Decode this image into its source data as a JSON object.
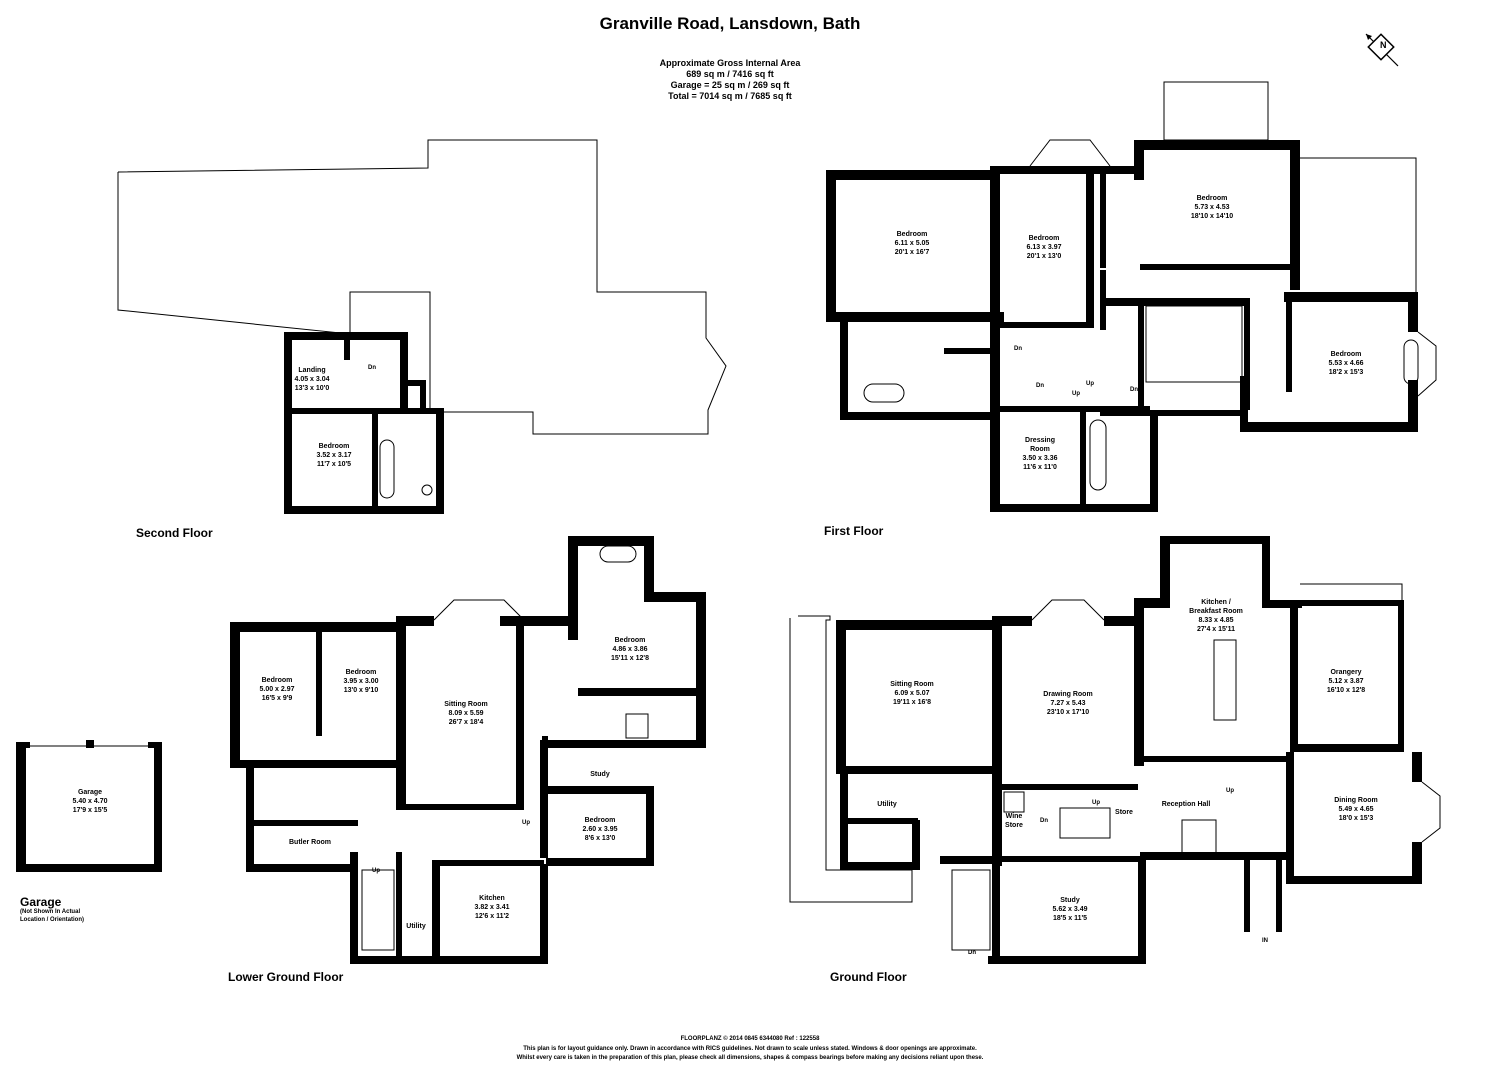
{
  "title": "Granville Road, Lansdown, Bath",
  "area": {
    "heading": "Approximate Gross Internal Area",
    "main": "689 sq m / 7416 sq ft",
    "garage": "Garage = 25 sq m / 269 sq ft",
    "total": "Total = 7014 sq m / 7685 sq ft"
  },
  "compass": "N",
  "floors": {
    "second": "Second Floor",
    "first": "First Floor",
    "lower": "Lower Ground Floor",
    "ground": "Ground Floor",
    "garage": "Garage",
    "garage_note_1": "(Not Shown In Actual",
    "garage_note_2": "Location / Orientation)"
  },
  "rooms": {
    "sf_landing": {
      "name": "Landing",
      "metric": "4.05 x 3.04",
      "imperial": "13'3 x 10'0"
    },
    "sf_bedroom": {
      "name": "Bedroom",
      "metric": "3.52 x 3.17",
      "imperial": "11'7 x 10'5"
    },
    "ff_bed1": {
      "name": "Bedroom",
      "metric": "6.11 x 5.05",
      "imperial": "20'1 x 16'7"
    },
    "ff_bed2": {
      "name": "Bedroom",
      "metric": "6.13 x 3.97",
      "imperial": "20'1 x 13'0"
    },
    "ff_bed3": {
      "name": "Bedroom",
      "metric": "5.73 x 4.53",
      "imperial": "18'10 x 14'10"
    },
    "ff_bed4": {
      "name": "Bedroom",
      "metric": "5.53 x 4.66",
      "imperial": "18'2 x 15'3"
    },
    "ff_dressing": {
      "name": "Dressing",
      "name2": "Room",
      "metric": "3.50 x 3.36",
      "imperial": "11'6 x 11'0"
    },
    "lg_bed1": {
      "name": "Bedroom",
      "metric": "5.00 x 2.97",
      "imperial": "16'5 x 9'9"
    },
    "lg_bed2": {
      "name": "Bedroom",
      "metric": "3.95 x 3.00",
      "imperial": "13'0 x 9'10"
    },
    "lg_sitting": {
      "name": "Sitting Room",
      "metric": "8.09 x 5.59",
      "imperial": "26'7 x 18'4"
    },
    "lg_bed3": {
      "name": "Bedroom",
      "metric": "4.86 x 3.86",
      "imperial": "15'11 x 12'8"
    },
    "lg_study": {
      "name": "Study"
    },
    "lg_bed4": {
      "name": "Bedroom",
      "metric": "2.60 x 3.95",
      "imperial": "8'6 x 13'0"
    },
    "lg_butler": {
      "name": "Butler Room"
    },
    "lg_utility": {
      "name": "Utility"
    },
    "lg_kitchen": {
      "name": "Kitchen",
      "metric": "3.82 x 3.41",
      "imperial": "12'6 x 11'2"
    },
    "garage": {
      "name": "Garage",
      "metric": "5.40 x 4.70",
      "imperial": "17'9 x 15'5"
    },
    "gf_sitting": {
      "name": "Sitting Room",
      "metric": "6.09 x 5.07",
      "imperial": "19'11 x 16'8"
    },
    "gf_drawing": {
      "name": "Drawing Room",
      "metric": "7.27 x 5.43",
      "imperial": "23'10 x 17'10"
    },
    "gf_kitchen": {
      "name": "Kitchen /",
      "name2": "Breakfast Room",
      "metric": "8.33 x 4.85",
      "imperial": "27'4 x 15'11"
    },
    "gf_orangery": {
      "name": "Orangery",
      "metric": "5.12 x 3.87",
      "imperial": "16'10 x 12'8"
    },
    "gf_utility": {
      "name": "Utility"
    },
    "gf_wine": {
      "name": "Wine",
      "name2": "Store"
    },
    "gf_store": {
      "name": "Store"
    },
    "gf_reception": {
      "name": "Reception Hall"
    },
    "gf_dining": {
      "name": "Dining Room",
      "metric": "5.49 x 4.65",
      "imperial": "18'0 x 15'3"
    },
    "gf_study": {
      "name": "Study",
      "metric": "5.62 x 3.49",
      "imperial": "18'5 x 11'5"
    }
  },
  "markers": {
    "up": "Up",
    "dn": "Dn",
    "in": "IN"
  },
  "footer": {
    "line1": "FLOORPLANZ © 2014     0845 6344080     Ref : 122558",
    "line2": "This plan is for layout guidance only. Drawn in accordance with RICS guidelines. Not drawn to scale unless stated. Windows & door openings are approximate.",
    "line3": "Whilst every care is taken in the preparation of this plan, please check all dimensions, shapes & compass bearings before making any decisions reliant upon these."
  }
}
